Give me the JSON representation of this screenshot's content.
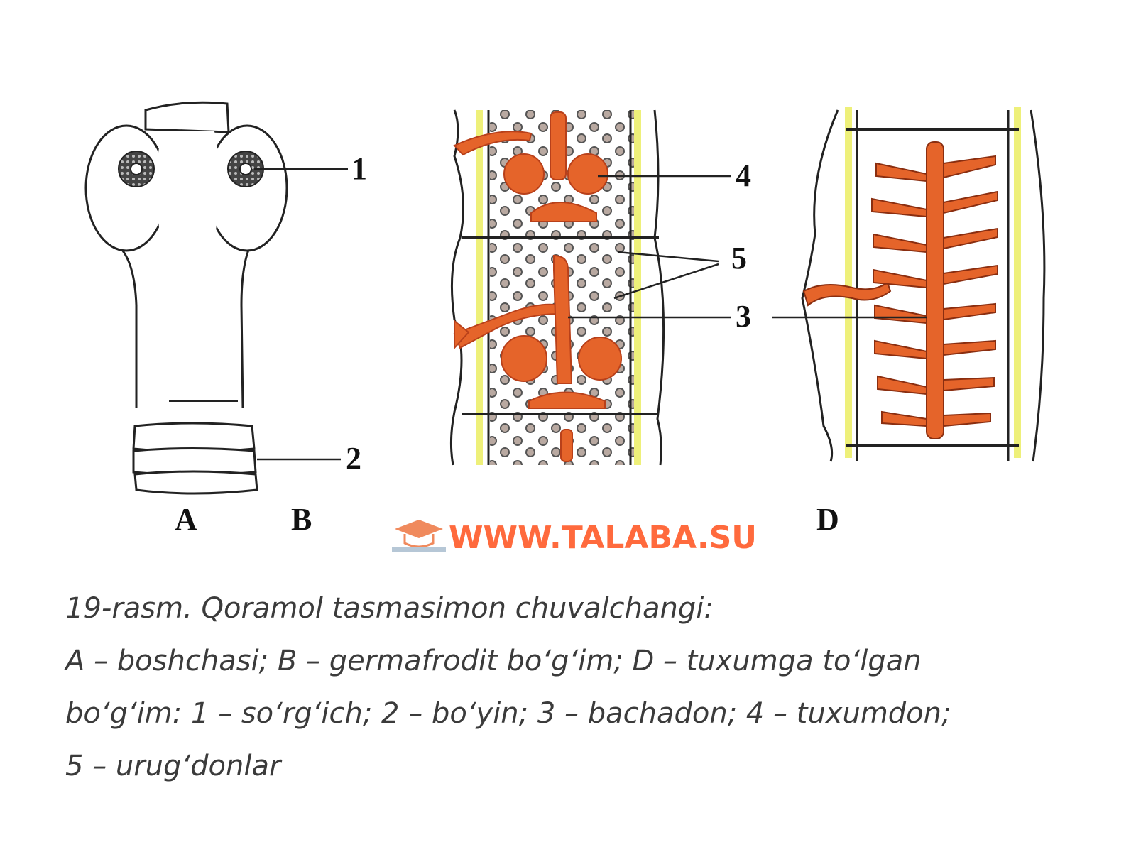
{
  "figure": {
    "callouts": {
      "c1": "1",
      "c2": "2",
      "c3": "3",
      "c4": "4",
      "c5": "5"
    },
    "panels": {
      "a": "A",
      "b": "B",
      "d": "D"
    },
    "watermark": "WWW.TALABA.SU",
    "colors": {
      "organ": "#e5642a",
      "organ_stroke": "#b8401a",
      "margin_band": "#eef07a",
      "outline": "#222222"
    }
  },
  "caption": {
    "line1": "19-rasm. Qoramol tasmasimon chuvalchangi:",
    "line2": "A – boshchasi; B – germafrodit bo‘g‘im; D – tuxumga to‘lgan",
    "line3": "bo‘g‘im: 1 – so‘rg‘ich; 2 – bo‘yin; 3 – bachadon; 4 – tuxumdon;",
    "line4": "5 – urug‘donlar"
  }
}
